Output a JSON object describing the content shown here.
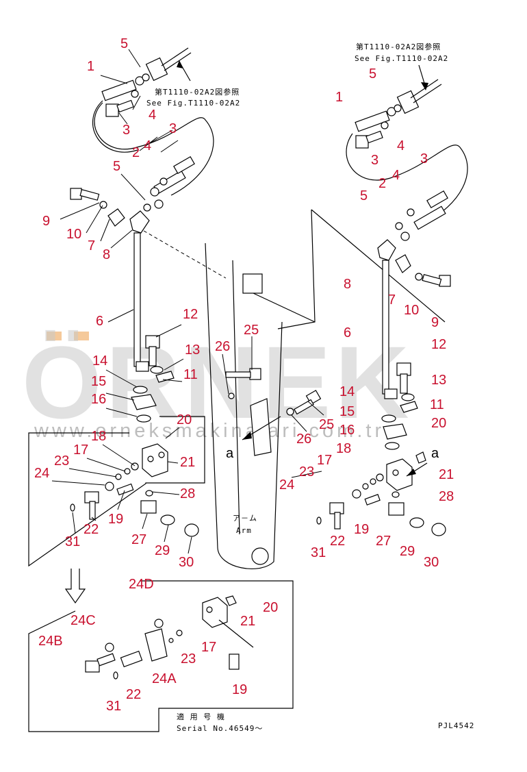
{
  "watermark": {
    "main": "ÖRNEK",
    "url": "www.orneksmakinalari.com.tr",
    "dot_color": "#f5c99a"
  },
  "figure_code": "PJL4542",
  "notes": {
    "see_fig_jp": "第T1110-02A2図参照",
    "see_fig_en": "See Fig.T1110-02A2",
    "arm_jp": "ア－ム",
    "arm_en": "Arm",
    "serial_jp": "適 用 号 機",
    "serial_en": "Serial No.46549～",
    "detail_mark": "a"
  },
  "callout_color": "#c8102e",
  "callouts": [
    {
      "id": "c1",
      "text": "5"
    },
    {
      "id": "c2",
      "text": "1"
    },
    {
      "id": "c3",
      "text": "4"
    },
    {
      "id": "c4",
      "text": "3"
    },
    {
      "id": "c5",
      "text": "3"
    },
    {
      "id": "c6",
      "text": "2"
    },
    {
      "id": "c7",
      "text": "4"
    },
    {
      "id": "c8",
      "text": "5"
    },
    {
      "id": "c9",
      "text": "9"
    },
    {
      "id": "c10",
      "text": "10"
    },
    {
      "id": "c11",
      "text": "7"
    },
    {
      "id": "c12",
      "text": "8"
    },
    {
      "id": "c13",
      "text": "6"
    },
    {
      "id": "c14",
      "text": "12"
    },
    {
      "id": "c15",
      "text": "13"
    },
    {
      "id": "c16",
      "text": "14"
    },
    {
      "id": "c17",
      "text": "11"
    },
    {
      "id": "c18",
      "text": "15"
    },
    {
      "id": "c19",
      "text": "16"
    },
    {
      "id": "c20",
      "text": "26"
    },
    {
      "id": "c21",
      "text": "25"
    },
    {
      "id": "c22",
      "text": "20"
    },
    {
      "id": "c23",
      "text": "18"
    },
    {
      "id": "c24",
      "text": "17"
    },
    {
      "id": "c25",
      "text": "23"
    },
    {
      "id": "c26",
      "text": "21"
    },
    {
      "id": "c27",
      "text": "24"
    },
    {
      "id": "c28",
      "text": "28"
    },
    {
      "id": "c29",
      "text": "19"
    },
    {
      "id": "c30",
      "text": "22"
    },
    {
      "id": "c31",
      "text": "27"
    },
    {
      "id": "c32",
      "text": "29"
    },
    {
      "id": "c33",
      "text": "31"
    },
    {
      "id": "c34",
      "text": "30"
    },
    {
      "id": "c35",
      "text": "25"
    },
    {
      "id": "c36",
      "text": "26"
    },
    {
      "id": "c37",
      "text": "24"
    },
    {
      "id": "r1",
      "text": "5"
    },
    {
      "id": "r2",
      "text": "1"
    },
    {
      "id": "r3",
      "text": "4"
    },
    {
      "id": "r4",
      "text": "3"
    },
    {
      "id": "r5",
      "text": "3"
    },
    {
      "id": "r6",
      "text": "4"
    },
    {
      "id": "r7",
      "text": "2"
    },
    {
      "id": "r8",
      "text": "5"
    },
    {
      "id": "r9",
      "text": "8"
    },
    {
      "id": "r10",
      "text": "7"
    },
    {
      "id": "r11",
      "text": "10"
    },
    {
      "id": "r12",
      "text": "9"
    },
    {
      "id": "r13",
      "text": "6"
    },
    {
      "id": "r14",
      "text": "12"
    },
    {
      "id": "r15",
      "text": "13"
    },
    {
      "id": "r16",
      "text": "14"
    },
    {
      "id": "r17",
      "text": "11"
    },
    {
      "id": "r18",
      "text": "15"
    },
    {
      "id": "r19",
      "text": "20"
    },
    {
      "id": "r20",
      "text": "16"
    },
    {
      "id": "r21",
      "text": "18"
    },
    {
      "id": "r22",
      "text": "17"
    },
    {
      "id": "r23",
      "text": "23"
    },
    {
      "id": "r24",
      "text": "21"
    },
    {
      "id": "r25",
      "text": "28"
    },
    {
      "id": "r26",
      "text": "19"
    },
    {
      "id": "r27",
      "text": "22"
    },
    {
      "id": "r28",
      "text": "27"
    },
    {
      "id": "r29",
      "text": "29"
    },
    {
      "id": "r30",
      "text": "31"
    },
    {
      "id": "r31",
      "text": "30"
    },
    {
      "id": "d1",
      "text": "24D"
    },
    {
      "id": "d2",
      "text": "20"
    },
    {
      "id": "d3",
      "text": "24C"
    },
    {
      "id": "d4",
      "text": "21"
    },
    {
      "id": "d5",
      "text": "24B"
    },
    {
      "id": "d6",
      "text": "17"
    },
    {
      "id": "d7",
      "text": "23"
    },
    {
      "id": "d8",
      "text": "24A"
    },
    {
      "id": "d9",
      "text": "22"
    },
    {
      "id": "d10",
      "text": "19"
    },
    {
      "id": "d11",
      "text": "31"
    }
  ]
}
